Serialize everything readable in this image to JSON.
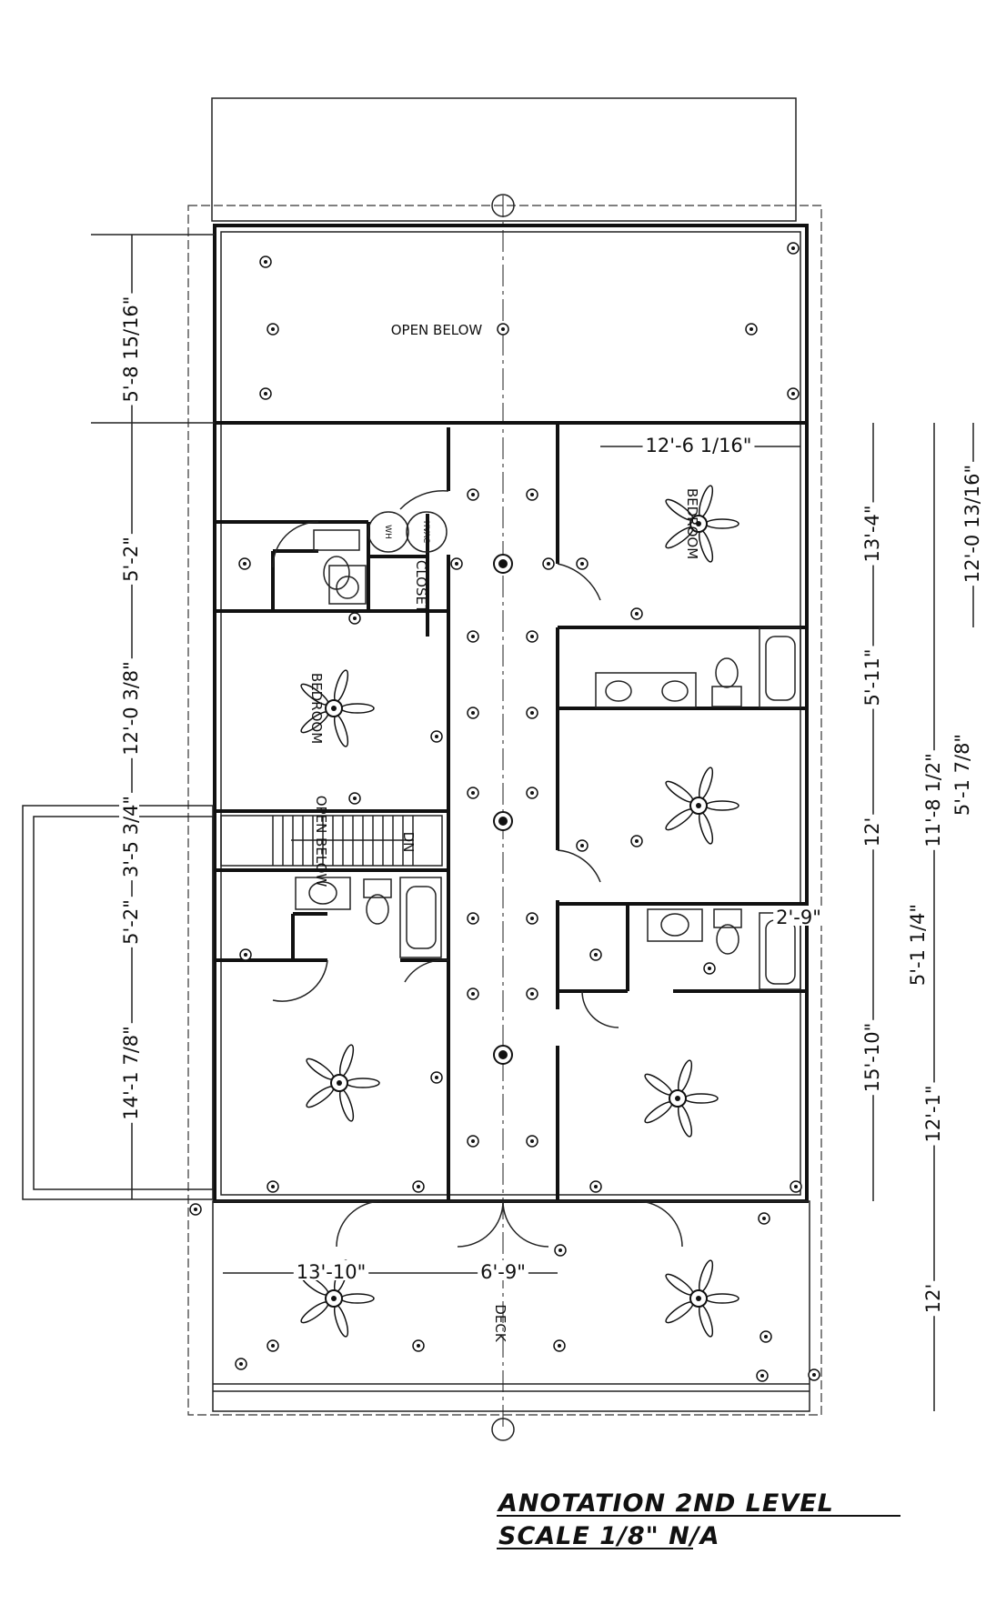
{
  "labels": {
    "open_below_top": "OPEN BELOW",
    "open_below_stair": "OPEN BELOW",
    "stair_dn": "DN",
    "bedroom_upper_right": "BEDROOM",
    "bedroom_upper_left": "BEDROOM",
    "closet": "CLOSET",
    "water_heater": "WH",
    "hvac": "HVAC",
    "deck": "DECK"
  },
  "dimensions": {
    "left_1": "5'-8 15/16\"",
    "left_2": "5'-2\"",
    "left_3": "12'-0 3/8\"",
    "left_4": "3'-5 3/4\"",
    "left_5": "5'-2\"",
    "left_6": "14'-1 7/8\"",
    "top_bedroom_width": "12'-6 1/16\"",
    "right_a1": "13'-4\"",
    "right_a2": "5'-11\"",
    "right_a3": "12'",
    "right_a4": "15'-10\"",
    "right_b1": "12'-0 13/16\"",
    "right_b2": "5'-1 7/8\"",
    "right_b3": "11'-8 1/2\"",
    "right_b4": "5'-1 1/4\"",
    "right_b5": "12'-1\"",
    "right_b6": "12'",
    "bath_width": "2'-9\"",
    "deck_left": "13'-10\"",
    "deck_center": "6'-9\""
  },
  "title": {
    "line1": "ANOTATION 2ND LEVEL",
    "line2": "SCALE 1/8\" N/A"
  }
}
